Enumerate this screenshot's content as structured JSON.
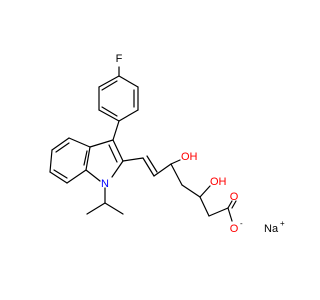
{
  "labels": {
    "fluorine": "F",
    "nitrogen": "N",
    "hydroxyl_1": "OH",
    "hydroxyl_2": "OH",
    "carbonyl_oxygen": "O",
    "oxide_oxygen": "O",
    "oxide_charge": "-",
    "sodium": "Na",
    "sodium_charge": "+"
  },
  "colors": {
    "bond": "#000000",
    "nitrogen": "#0000ff",
    "oxygen": "#ff0000",
    "carbon_label": "#000000"
  }
}
